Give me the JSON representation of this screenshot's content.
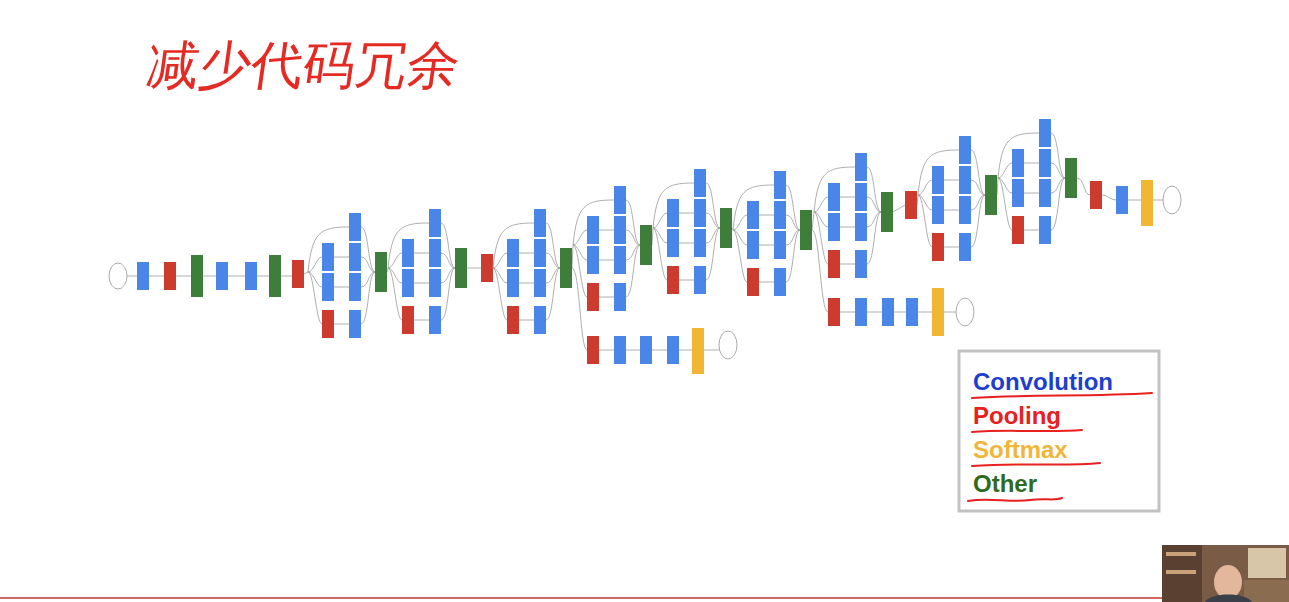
{
  "diagram": {
    "title": "减少代码冗余",
    "legend": [
      {
        "text": "Convolution",
        "color": "#1d3fd1"
      },
      {
        "text": "Pooling",
        "color": "#e8201f"
      },
      {
        "text": "Softmax",
        "color": "#f0b63a"
      },
      {
        "text": "Other",
        "color": "#2e6b1e"
      }
    ]
  }
}
